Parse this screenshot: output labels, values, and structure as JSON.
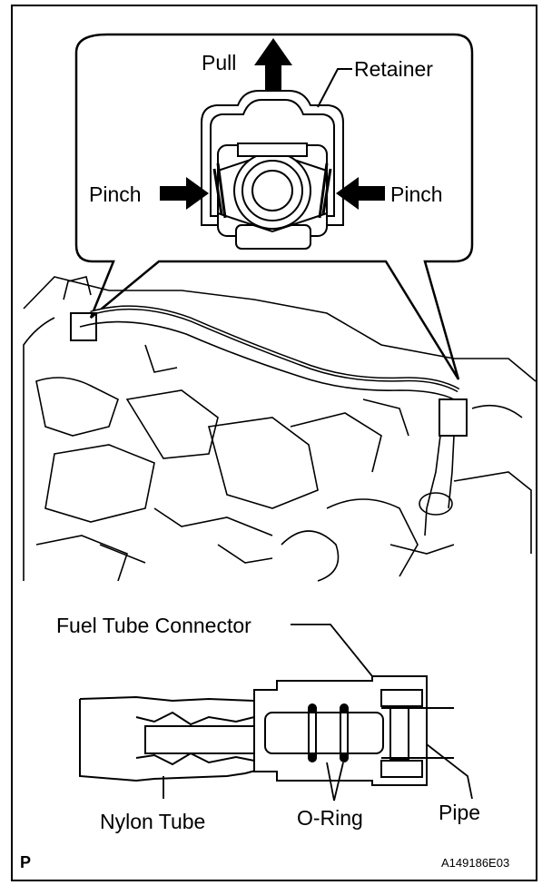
{
  "labels": {
    "pull": "Pull",
    "retainer": "Retainer",
    "pinch_left": "Pinch",
    "pinch_right": "Pinch",
    "fuel_tube_connector": "Fuel Tube Connector",
    "nylon_tube": "Nylon Tube",
    "o_ring": "O-Ring",
    "pipe": "Pipe",
    "corner_letter": "P",
    "figure_code": "A149186E03"
  },
  "colors": {
    "line": "#000000",
    "background": "#ffffff"
  }
}
